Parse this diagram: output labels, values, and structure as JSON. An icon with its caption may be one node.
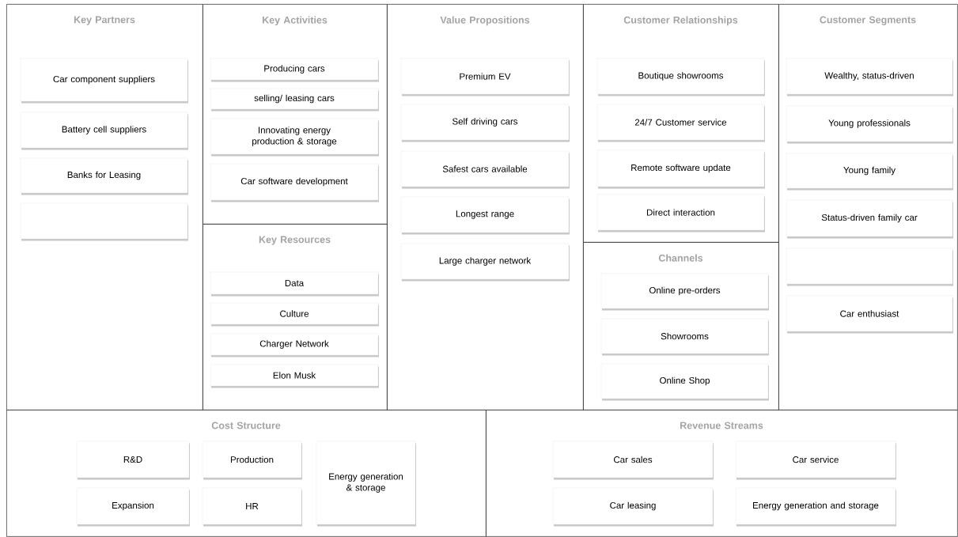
{
  "diagram": {
    "nodes": [
      {
        "text": [
          "Key Partners"
        ]
      },
      {
        "text": [
          "Car component suppliers"
        ],
        "in": 0
      },
      {
        "text": [
          "Battery cell suppliers"
        ],
        "in": 0
      },
      {
        "text": [
          "Banks for Leasing"
        ],
        "in": 0
      },
      {
        "text": [],
        "shape": "box",
        "in": 0
      },
      {
        "text": [
          "Key Activities"
        ]
      },
      {
        "text": [
          "Producing cars"
        ],
        "in": 5
      },
      {
        "text": [
          "selling/ leasing cars"
        ],
        "in": 5
      },
      {
        "text": [
          "Innovating energy production & storage"
        ],
        "in": 5
      },
      {
        "text": [
          "Car software development"
        ],
        "in": 5
      },
      {
        "text": [
          "Key Resources"
        ]
      },
      {
        "text": [
          "Data"
        ],
        "in": 10
      },
      {
        "text": [
          "Culture"
        ],
        "in": 10
      },
      {
        "text": [
          "Charger Network"
        ],
        "in": 10
      },
      {
        "text": [
          "Elon Musk"
        ],
        "in": 10
      },
      {
        "text": [
          "Value Propositions"
        ]
      },
      {
        "text": [
          "Premium EV"
        ],
        "in": 15
      },
      {
        "text": [
          "Self driving cars"
        ],
        "in": 15
      },
      {
        "text": [
          "Safest cars available"
        ],
        "in": 15
      },
      {
        "text": [
          "Longest range"
        ],
        "in": 15
      },
      {
        "text": [
          "Large charger network"
        ],
        "in": 15
      },
      {
        "text": [
          "Customer Relationships"
        ]
      },
      {
        "text": [
          "Boutique showrooms"
        ],
        "in": 21
      },
      {
        "text": [
          "24/7 Customer service"
        ],
        "in": 21
      },
      {
        "text": [
          "Remote software update"
        ],
        "in": 21
      },
      {
        "text": [
          "Direct interaction"
        ],
        "in": 21
      },
      {
        "text": [
          "Channels"
        ]
      },
      {
        "text": [
          "Online pre-orders"
        ],
        "in": 26
      },
      {
        "text": [
          "Showrooms"
        ],
        "in": 26
      },
      {
        "text": [
          "Online Shop"
        ],
        "in": 26
      },
      {
        "text": [
          "Customer Segments"
        ]
      },
      {
        "text": [
          "Wealthy, status-driven"
        ],
        "in": 30
      },
      {
        "text": [
          "Young professionals"
        ],
        "in": 30
      },
      {
        "text": [
          "Young family"
        ],
        "in": 30
      },
      {
        "text": [
          "Status-driven family car"
        ],
        "in": 30
      },
      {
        "text": [],
        "shape": "box",
        "in": 30
      },
      {
        "text": [
          "Car enthusiast"
        ],
        "in": 30
      },
      {
        "text": [
          "Cost Structure"
        ]
      },
      {
        "text": [
          "R&D"
        ],
        "in": 37
      },
      {
        "text": [
          "Production"
        ],
        "in": 37
      },
      {
        "text": [
          "Energy generation & storage"
        ],
        "in": 37
      },
      {
        "text": [
          "Expansion"
        ],
        "in": 37
      },
      {
        "text": [
          "HR"
        ],
        "in": 37
      },
      {
        "text": [
          "Revenue Streams"
        ]
      },
      {
        "text": [
          "Car sales"
        ],
        "in": 43
      },
      {
        "text": [
          "Car service"
        ],
        "in": 43
      },
      {
        "text": [
          "Car leasing"
        ],
        "in": 43
      },
      {
        "text": [
          "Energy generation and storage"
        ],
        "in": 43
      }
    ]
  }
}
